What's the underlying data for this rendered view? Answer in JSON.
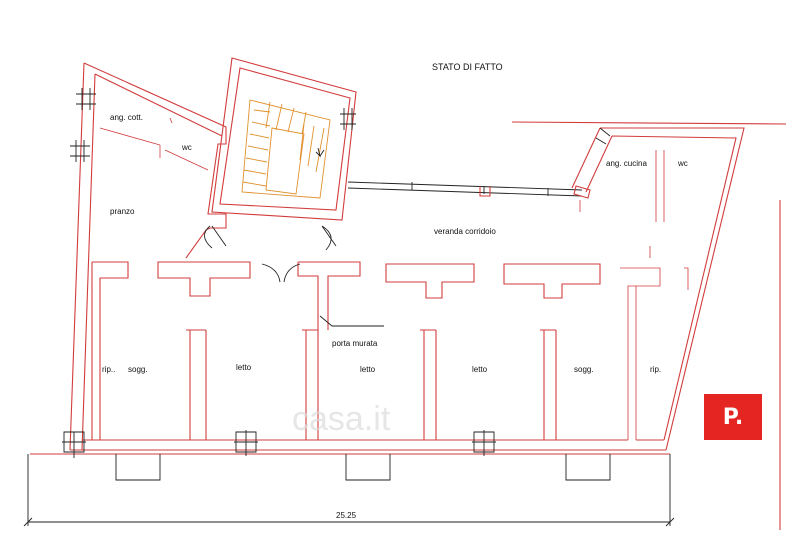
{
  "title": "STATO DI FATTO",
  "rooms": {
    "ang_cott": "ang. cott.",
    "wc_left": "wc",
    "pranzo": "pranzo",
    "veranda": "veranda corridoio",
    "ang_cucina": "ang. cucina",
    "wc_right": "wc",
    "porta_murata": "porta murata",
    "rip_left": "rip..",
    "sogg_left": "sogg.",
    "letto_1": "letto",
    "letto_2": "letto",
    "letto_3": "letto",
    "sogg_right": "sogg.",
    "rip_right": "rip."
  },
  "dimension": "25.25",
  "watermark": "casa.it",
  "badge": "P.",
  "colors": {
    "walls": "#d23c3c",
    "stairs": "#e0912f",
    "badge": "#e52521"
  }
}
